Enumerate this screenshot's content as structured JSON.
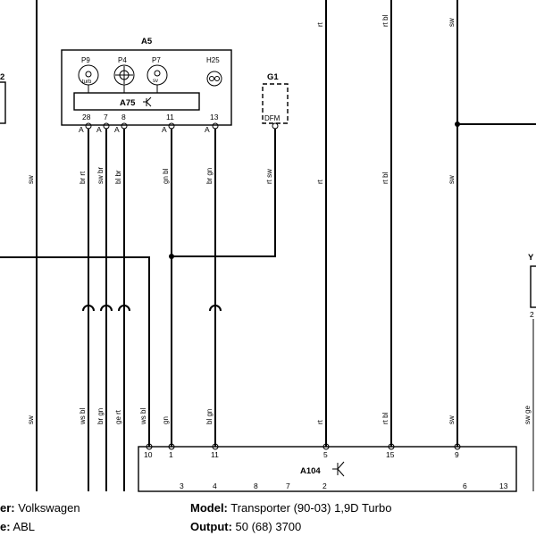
{
  "modules": {
    "a5": {
      "name": "A5",
      "bar": "A75",
      "lamps": [
        "P9",
        "P4",
        "P7",
        "H25"
      ],
      "lamp_inner": [
        "turb",
        "",
        "sv",
        ""
      ],
      "pins": [
        "28",
        "7",
        "8",
        "11",
        "13"
      ],
      "pin_letters": [
        "A",
        "A",
        "A",
        "A",
        "A"
      ]
    },
    "g1": {
      "name": "G1",
      "sub": "DFM"
    },
    "a104": {
      "name": "A104",
      "top_pins": [
        "10",
        "1",
        "11",
        "5",
        "15",
        "9"
      ],
      "bottom_pins": [
        "3",
        "4",
        "8",
        "7",
        "2",
        "6",
        "13"
      ]
    },
    "left_partial": "2",
    "right_partial_top": "Y",
    "right_partial_bottom": "2"
  },
  "wire_labels": {
    "upper": [
      "sw",
      "br rt",
      "sw br",
      "bl br",
      "gn bl",
      "br gn",
      "rt sw",
      "rt",
      "rt bl",
      "sw"
    ],
    "lower": [
      "sw",
      "ws bl",
      "br gn",
      "ge rt",
      "ws bl",
      "gn",
      "bl gn",
      "rt",
      "rt bl",
      "sw",
      "sw ge"
    ],
    "top": [
      "rt",
      "rt bl",
      "sw"
    ]
  },
  "footer": {
    "left1_label": "er:",
    "left1_value": " Volkswagen",
    "left2_label": "e:",
    "left2_value": " ABL",
    "model_label": "Model:",
    "model_value": " Transporter (90-03) 1,9D Turbo",
    "output_label": "Output:",
    "output_value": " 50 (68) 3700"
  }
}
